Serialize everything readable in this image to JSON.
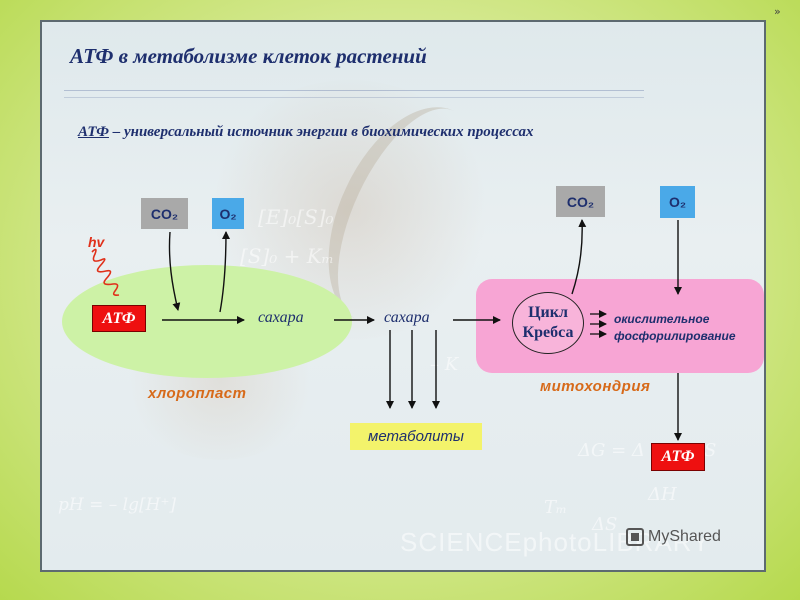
{
  "slide": {
    "title": "АТФ в метаболизме клеток растений",
    "subtitle_lead": "АТФ",
    "subtitle_rest": " – универсальный источник энергии в биохимических процессах"
  },
  "diagram": {
    "co2_left": "CO₂",
    "o2_left": "O₂",
    "co2_right": "CO₂",
    "o2_right": "O₂",
    "hv": "hv",
    "atp_chloroplast": "АТФ",
    "sugars_1": "сахара",
    "sugars_2": "сахара",
    "chloroplast_label": "хлоропласт",
    "metabolites": "метаболиты",
    "krebs_line1": "Цикл",
    "krebs_line2": "Кребса",
    "oxphos_line1": "окислительное",
    "oxphos_line2": "фосфорилирование",
    "mitochondria_label": "митохондрия",
    "atp_mitochondria": "АТФ"
  },
  "background_formulas": {
    "f1": "[E]₀[S]₀",
    "f2": "[S]₀ + Kₘ",
    "f3": "pH = – lg[H⁺]",
    "f4": "ΔG = Δ",
    "f5": "S",
    "f6": "ΔH",
    "f7": "Tₘ",
    "f8": "ΔS",
    "f9": "– K"
  },
  "watermark": "SCIENCEphotoLIBRARY",
  "branding": {
    "logo_text": "MyShared",
    "nav_icon": "»"
  },
  "colors": {
    "co2_box": "#a9a9a9",
    "o2_box": "#4aa9e8",
    "atp_box": "#ee1010",
    "chloroplast": "#cdf2a6",
    "mitochondria": "#f7a5d4",
    "metabolites_box": "#f3f36b",
    "labels": "#d76a1a",
    "text": "#1e2f6e"
  }
}
